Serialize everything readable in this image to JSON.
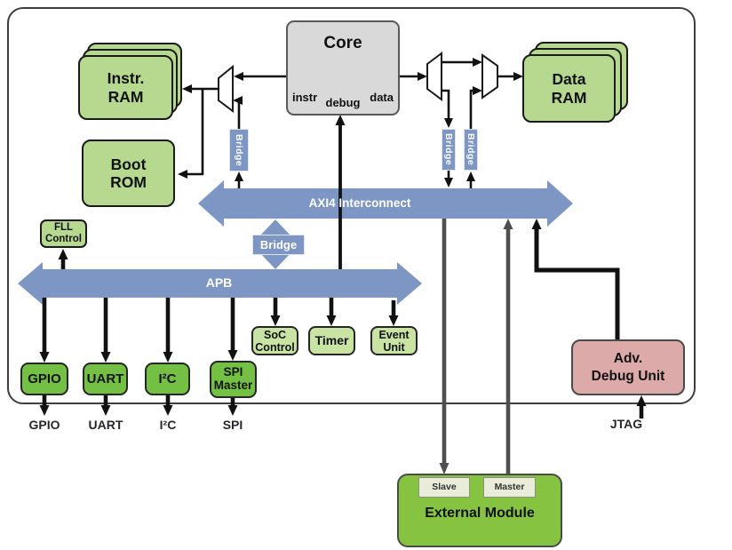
{
  "diagram": {
    "core": {
      "title": "Core",
      "port_instr": "instr",
      "port_data": "data",
      "port_debug": "debug"
    },
    "memories": {
      "instr_ram_line1": "Instr.",
      "instr_ram_line2": "RAM",
      "data_ram_line1": "Data",
      "data_ram_line2": "RAM",
      "boot_rom_line1": "Boot",
      "boot_rom_line2": "ROM"
    },
    "buses": {
      "axi4": "AXI4 Interconnect",
      "apb": "APB",
      "bridge": "Bridge"
    },
    "peripherals": {
      "fll_line1": "FLL",
      "fll_line2": "Control",
      "gpio": "GPIO",
      "uart": "UART",
      "i2c": "I²C",
      "spi_line1": "SPI",
      "spi_line2": "Master",
      "soc_line1": "SoC",
      "soc_line2": "Control",
      "timer": "Timer",
      "event_line1": "Event",
      "event_line2": "Unit"
    },
    "debug_unit": {
      "line1": "Adv.",
      "line2": "Debug Unit"
    },
    "external_module": {
      "title": "External Module",
      "slave": "Slave",
      "master": "Master"
    },
    "pins": {
      "gpio": "GPIO",
      "uart": "UART",
      "i2c": "I²C",
      "spi": "SPI",
      "jtag": "JTAG"
    }
  },
  "colors": {
    "bus_blue": "#7e96c4",
    "ram_green": "#b6d98f",
    "pale_green": "#c9e3a2",
    "dark_green": "#74c044",
    "ext_green": "#85c341",
    "debug_pink": "#dcaaa8",
    "core_gray": "#d9d9d9"
  }
}
